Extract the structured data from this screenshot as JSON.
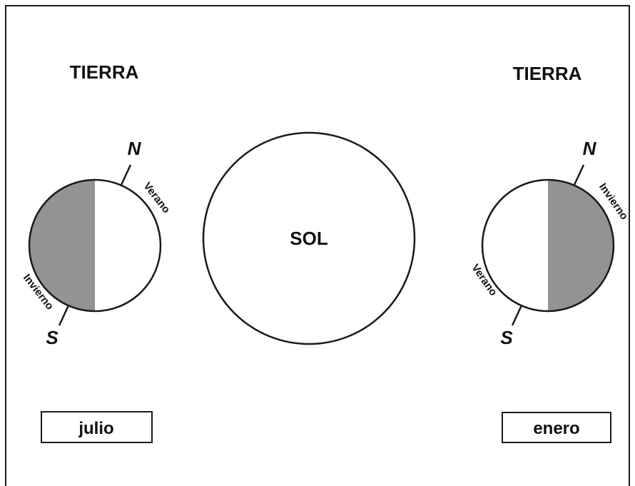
{
  "colors": {
    "stroke": "#1a1a1a",
    "night_shade": "#939393",
    "background": "#ffffff"
  },
  "left_earth": {
    "title": "TIERRA",
    "north": "N",
    "south": "S",
    "summer": "Verano",
    "winter": "Invierno",
    "month": "julio",
    "shaded_side": "left"
  },
  "sun": {
    "label": "SOL"
  },
  "right_earth": {
    "title": "TIERRA",
    "north": "N",
    "south": "S",
    "summer": "Verano",
    "winter": "Invierno",
    "month": "enero",
    "shaded_side": "right"
  }
}
